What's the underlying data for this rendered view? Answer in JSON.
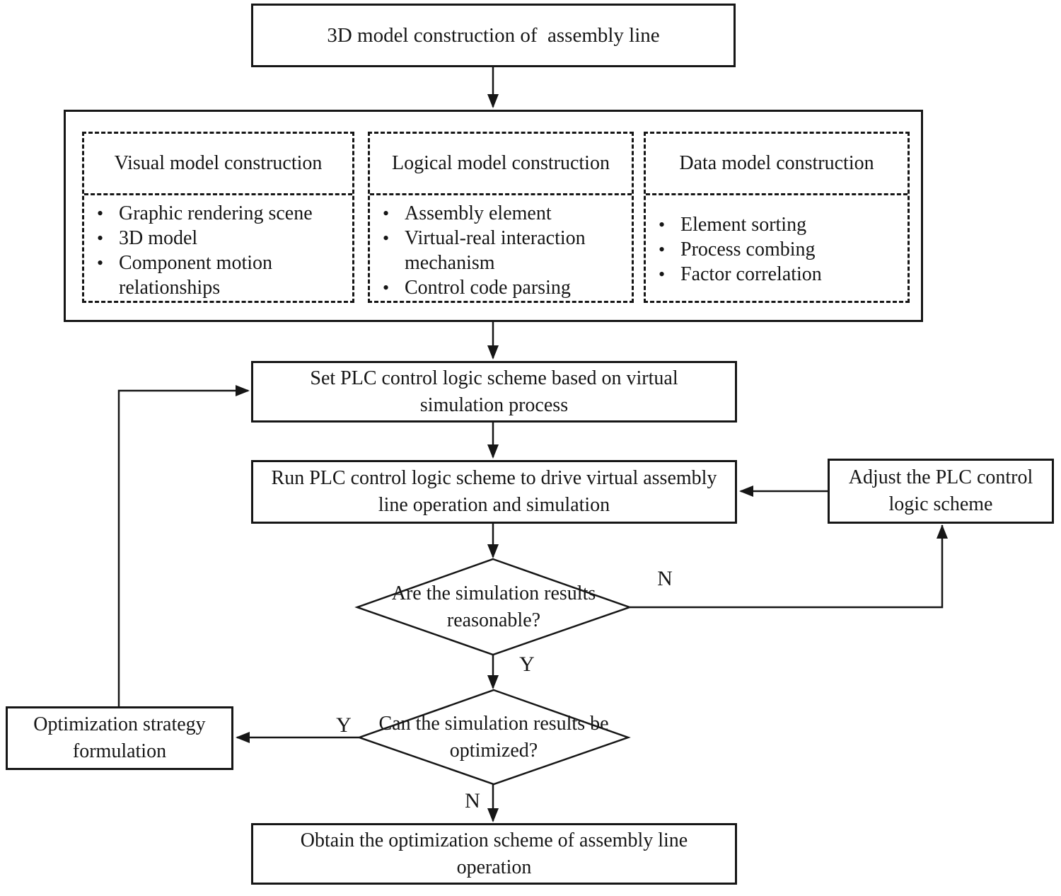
{
  "meta": {
    "figure_type": "flowchart",
    "background_color": "#ffffff",
    "line_color": "#161616",
    "text_color": "#161616"
  },
  "icons": {
    "bullet": "•"
  },
  "nodes": {
    "title": {
      "text": "3D model construction of  assembly line"
    },
    "set_plc": {
      "line1": "Set PLC control logic scheme based on virtual",
      "line2": "simulation process"
    },
    "run_plc": {
      "line1": "Run PLC control logic scheme to drive virtual assembly",
      "line2": "line operation and simulation"
    },
    "adjust_plc": {
      "line1": "Adjust the PLC control",
      "line2": "logic scheme"
    },
    "optimization": {
      "line1": "Optimization strategy",
      "line2": "formulation"
    },
    "obtain": {
      "line1": "Obtain the optimization scheme of assembly line",
      "line2": "operation"
    }
  },
  "decisions": {
    "reasonable": {
      "line1": "Are the simulation results",
      "line2": "reasonable?"
    },
    "optimized": {
      "line1": "Can the simulation results be",
      "line2": "optimized?"
    }
  },
  "columns": [
    {
      "title": "Visual model construction",
      "items": [
        "Graphic rendering scene",
        "3D model",
        "Component motion relationships"
      ]
    },
    {
      "title": "Logical model construction",
      "items": [
        "Assembly element",
        "Virtual-real interaction mechanism",
        "Control code parsing"
      ]
    },
    {
      "title": "Data model construction",
      "items": [
        "Element sorting",
        "Process combing",
        "Factor correlation"
      ]
    }
  ],
  "edge_labels": {
    "reasonable_no": "N",
    "reasonable_yes": "Y",
    "optimized_yes": "Y",
    "optimized_no": "N"
  }
}
